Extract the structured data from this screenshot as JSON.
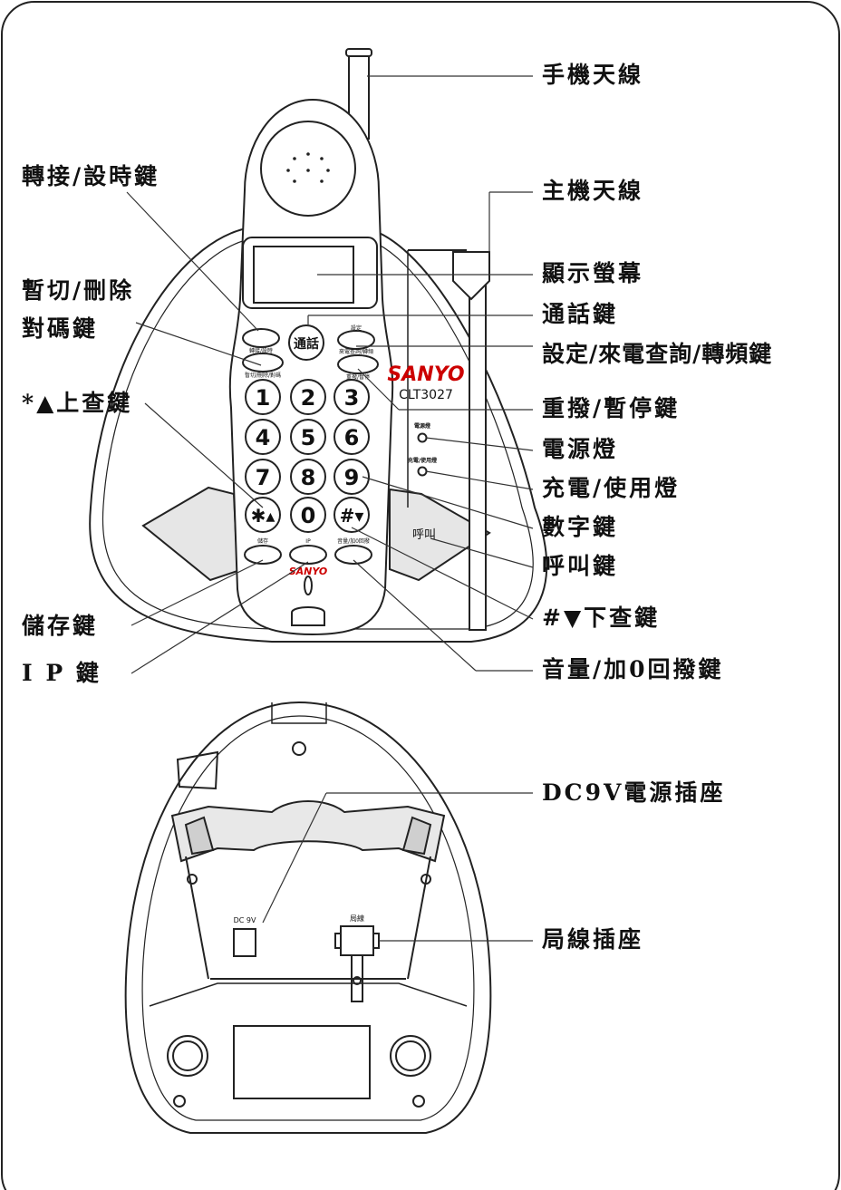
{
  "labels": {
    "handset_antenna": "手機天線",
    "base_antenna": "主機天線",
    "display": "顯示螢幕",
    "talk_key": "通話鍵",
    "setup_callerid_channel_key": "設定/來電查詢/轉頻鍵",
    "redial_pause_key": "重撥/暫停鍵",
    "power_light": "電源燈",
    "charge_inuse_light": "充電/使用燈",
    "number_keys": "數字鍵",
    "page_key": "呼叫鍵",
    "hash_down_key": "#▼下查鍵",
    "volume_key": "音量/加0回撥鍵",
    "transfer_key": "轉接/設時鍵",
    "mute_delete_key": "暫切/刪除",
    "pairing_key": "對碼鍵",
    "star_up_key": "*▲上查鍵",
    "store_key": "儲存鍵",
    "ip_key": "I P 鍵",
    "dc_jack": "DC9V電源插座",
    "line_jack": "局線插座"
  },
  "device": {
    "brand": "SANYO",
    "model": "CLT3027",
    "talk_button": "通話",
    "page_text": "呼叫",
    "key_1": "1",
    "key_2": "2",
    "key_3": "3",
    "key_4": "4",
    "key_5": "5",
    "key_6": "6",
    "key_7": "7",
    "key_8": "8",
    "key_9": "9",
    "key_star": "✱▴",
    "key_0": "0",
    "key_hash": "#▾",
    "small_transfer": "轉接/設時",
    "small_mute": "暫切/刪除/對碼",
    "small_setup": "設定",
    "small_callerid": "來電查詢/轉頻",
    "small_redial": "重撥/暫停",
    "small_power": "電源燈",
    "small_charge": "充電/使用燈",
    "small_store": "儲存",
    "small_ip": "IP",
    "small_volume": "音量/加0回撥",
    "dc_label": "DC 9V",
    "line_label": "局線"
  }
}
